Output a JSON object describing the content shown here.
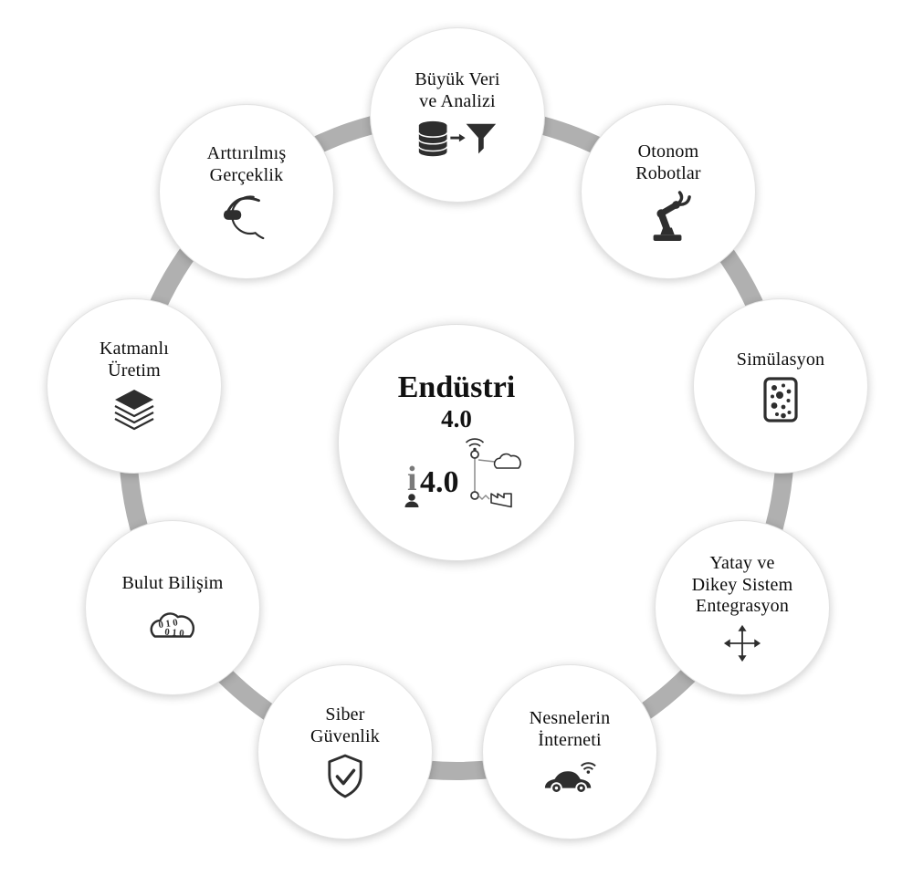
{
  "diagram": {
    "ring_color": "#b0b0b0",
    "icon_color": "#2e2e2e",
    "center": {
      "line1": "Endüstri",
      "line2": "4.0",
      "logo_i": "i",
      "logo_40": "4.0",
      "logo_icon": "i40-network-logo"
    },
    "nodes": [
      {
        "label": "Büyük Veri\nve Analizi",
        "icon": "database-funnel-icon"
      },
      {
        "label": "Otonom\nRobotlar",
        "icon": "robot-arm-icon"
      },
      {
        "label": "Simülasyon",
        "icon": "simulation-tablet-icon"
      },
      {
        "label": "Yatay ve\nDikey Sistem\nEntegrasyon",
        "icon": "four-way-arrows-icon"
      },
      {
        "label": "Nesnelerin\nİnterneti",
        "icon": "connected-car-icon"
      },
      {
        "label": "Siber\nGüvenlik",
        "icon": "shield-check-icon"
      },
      {
        "label": "Bulut Bilişim",
        "icon": "cloud-binary-icon",
        "binary_line1": "0 1 0",
        "binary_line2": "0 1 0"
      },
      {
        "label": "Katmanlı\nÜretim",
        "icon": "layered-manufacturing-icon"
      },
      {
        "label": "Arttırılmış\nGerçeklik",
        "icon": "vr-headset-icon"
      }
    ]
  }
}
